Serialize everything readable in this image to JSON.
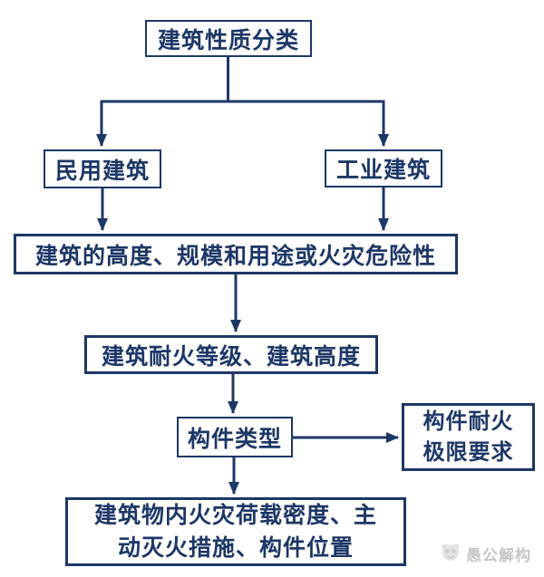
{
  "colors": {
    "accent_navy": "#1d3767",
    "background": "#ffffff",
    "watermark_gray": "#c6c6c6"
  },
  "nodes": {
    "root": "建筑性质分类",
    "civil": "民用建筑",
    "industrial": "工业建筑",
    "criteria": "建筑的高度、规模和用途或火灾危险性",
    "grade_height": "建筑耐火等级、建筑高度",
    "component_type": "构件类型",
    "fire_limit_line1": "构件耐火",
    "fire_limit_line2": "极限要求",
    "fire_load_line1": "建筑物内火灾荷载密度、主",
    "fire_load_line2": "动灭火措施、构件位置"
  },
  "watermark": {
    "text": "愚公解构",
    "logo": "panda-face-logo"
  }
}
